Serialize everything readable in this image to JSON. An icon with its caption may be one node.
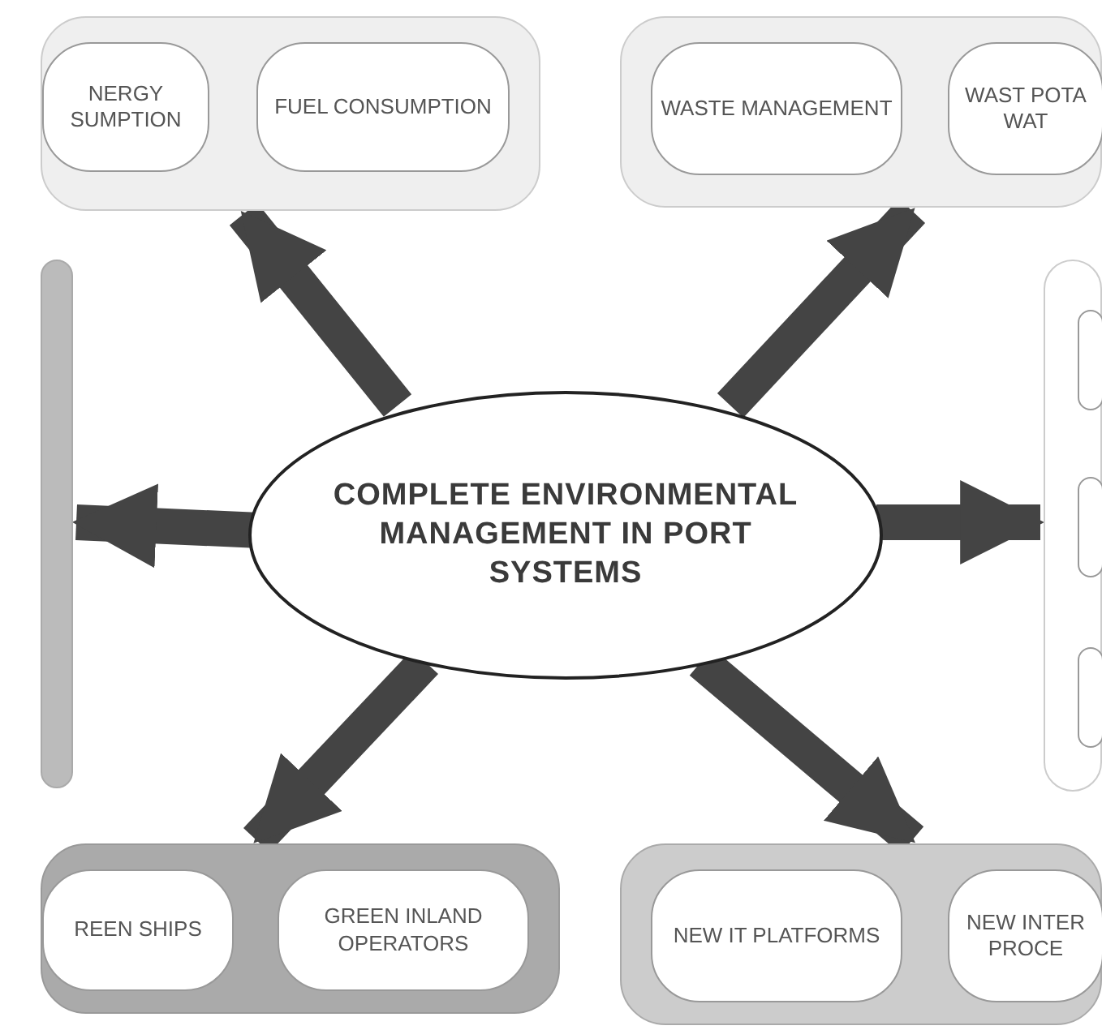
{
  "diagram": {
    "nodes": [
      {
        "text": [],
        "shape": "box"
      },
      {
        "text": [
          "NERGY SUMPTION"
        ],
        "in": 0
      },
      {
        "text": [
          "FUEL CONSUMPTION"
        ],
        "in": 0
      },
      {
        "text": [],
        "shape": "box"
      },
      {
        "text": [
          "WASTE MANAGEMENT"
        ],
        "in": 3
      },
      {
        "text": [
          "WAST POTA WAT"
        ],
        "in": 3
      },
      {
        "text": [],
        "shape": "box"
      },
      {
        "text": [],
        "shape": "box"
      },
      {
        "text": [],
        "shape": "box",
        "in": 7
      },
      {
        "text": [],
        "shape": "box",
        "in": 7
      },
      {
        "text": [],
        "shape": "box",
        "in": 7
      },
      {
        "text": [
          "COMPLETE ENVIRONMENTAL MANAGEMENT IN PORT SYSTEMS"
        ]
      },
      {
        "text": [],
        "shape": "box"
      },
      {
        "text": [
          "REEN SHIPS"
        ],
        "in": 12
      },
      {
        "text": [
          "GREEN INLAND OPERATORS"
        ],
        "in": 12
      },
      {
        "text": [],
        "shape": "box"
      },
      {
        "text": [
          "NEW IT PLATFORMS"
        ],
        "in": 15
      },
      {
        "text": [
          "NEW INTER PROCE"
        ],
        "in": 15
      }
    ],
    "edges": [
      {
        "from": 11,
        "to": 0,
        "arrow": "to"
      },
      {
        "from": 11,
        "to": 3,
        "arrow": "to"
      },
      {
        "from": 11,
        "to": 6,
        "arrow": "to"
      },
      {
        "from": 11,
        "to": 7,
        "arrow": "to"
      },
      {
        "from": 11,
        "to": 12,
        "arrow": "to"
      },
      {
        "from": 11,
        "to": 15,
        "arrow": "to"
      }
    ]
  }
}
